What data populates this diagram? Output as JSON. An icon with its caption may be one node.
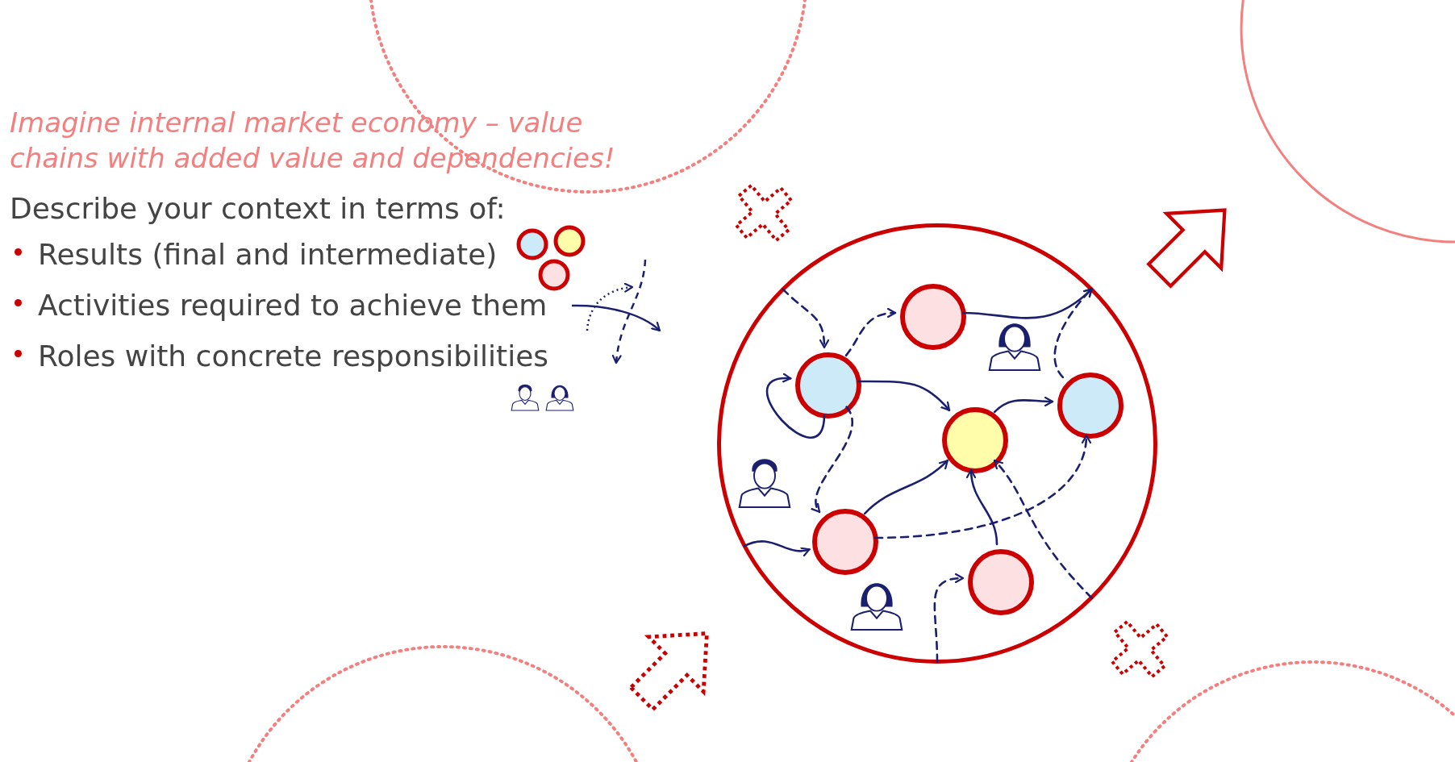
{
  "diagram": {
    "title": "Imagine internal market economy – value chains with added value and dependencies!",
    "nodes": [
      {
        "text": [],
        "shape": "circle"
      },
      {
        "text": [],
        "shape": "circle",
        "in": 0
      },
      {
        "text": [],
        "shape": "circle",
        "in": 0
      },
      {
        "text": [],
        "shape": "circle",
        "in": 0
      },
      {
        "text": [],
        "shape": "circle",
        "in": 0
      },
      {
        "text": [],
        "shape": "circle",
        "in": 0
      },
      {
        "text": [],
        "shape": "circle",
        "in": 0
      }
    ],
    "edges": [
      {
        "from": 0,
        "to": 1,
        "arrow": "to",
        "style": "dashed"
      },
      {
        "from": 1,
        "to": 1,
        "arrow": "to"
      },
      {
        "from": 1,
        "to": 2,
        "arrow": "to",
        "style": "dashed"
      },
      {
        "from": 2,
        "to": 0,
        "arrow": "to"
      },
      {
        "from": 4,
        "to": 0,
        "arrow": "to",
        "style": "dashed"
      },
      {
        "from": 1,
        "to": 3,
        "arrow": "to"
      },
      {
        "from": 1,
        "to": 5,
        "arrow": "to",
        "style": "dashed"
      },
      {
        "from": 3,
        "to": 4,
        "arrow": "to"
      },
      {
        "from": 5,
        "to": 3,
        "arrow": "to"
      },
      {
        "from": 5,
        "to": 4,
        "arrow": "to",
        "style": "dashed"
      },
      {
        "from": 6,
        "to": 3,
        "arrow": "to"
      },
      {
        "from": 0,
        "to": 5,
        "arrow": "to"
      },
      {
        "from": 0,
        "to": 6,
        "arrow": "to",
        "style": "dashed"
      },
      {
        "from": 0,
        "to": 3,
        "arrow": "to",
        "style": "dashed"
      }
    ],
    "labels": [
      "Describe your context in terms of:",
      "Results (final and intermediate)",
      "Activities required to achieve them",
      "Roles with concrete responsibilities"
    ]
  }
}
